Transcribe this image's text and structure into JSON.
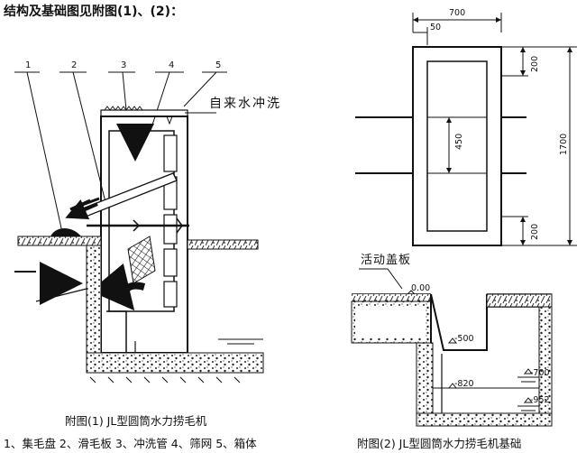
{
  "heading": "结构及基础图见附图(1)、(2)：",
  "figure1": {
    "callout_numbers": [
      "1",
      "2",
      "3",
      "4",
      "5"
    ],
    "water_label": "自来水冲洗",
    "caption": "附图(1)   JL型圆筒水力捞毛机",
    "legend": "1、集毛盘  2、滑毛板  3、冲洗管  4、筛网  5、箱体"
  },
  "figure2": {
    "dim_width": "700",
    "dim_wall": "50",
    "dim_top": "200",
    "dim_pipe": "450",
    "dim_total": "1700",
    "dim_bottom": "200",
    "cover_label": "活动盖板",
    "elev_ground": "0.00",
    "elev_1": "-500",
    "elev_2": "-820",
    "elev_3": "-700",
    "elev_4": "-952",
    "caption": "附图(2)   JL型圆筒水力捞毛机基础"
  }
}
